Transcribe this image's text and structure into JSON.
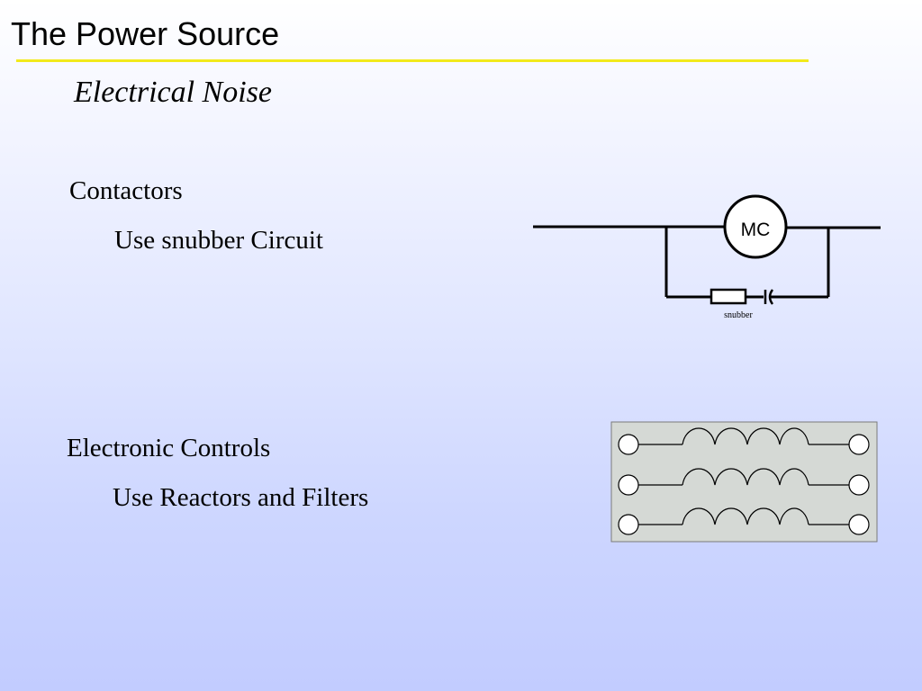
{
  "slide": {
    "title": "The Power Source",
    "subtitle": "Electrical Noise"
  },
  "bullets": [
    {
      "heading": "Contactors",
      "sub": "Use snubber Circuit"
    },
    {
      "heading": "Electronic Controls",
      "sub": "Use Reactors and Filters"
    }
  ],
  "circuit": {
    "motor_label": "MC",
    "snubber_label": "snubber"
  }
}
